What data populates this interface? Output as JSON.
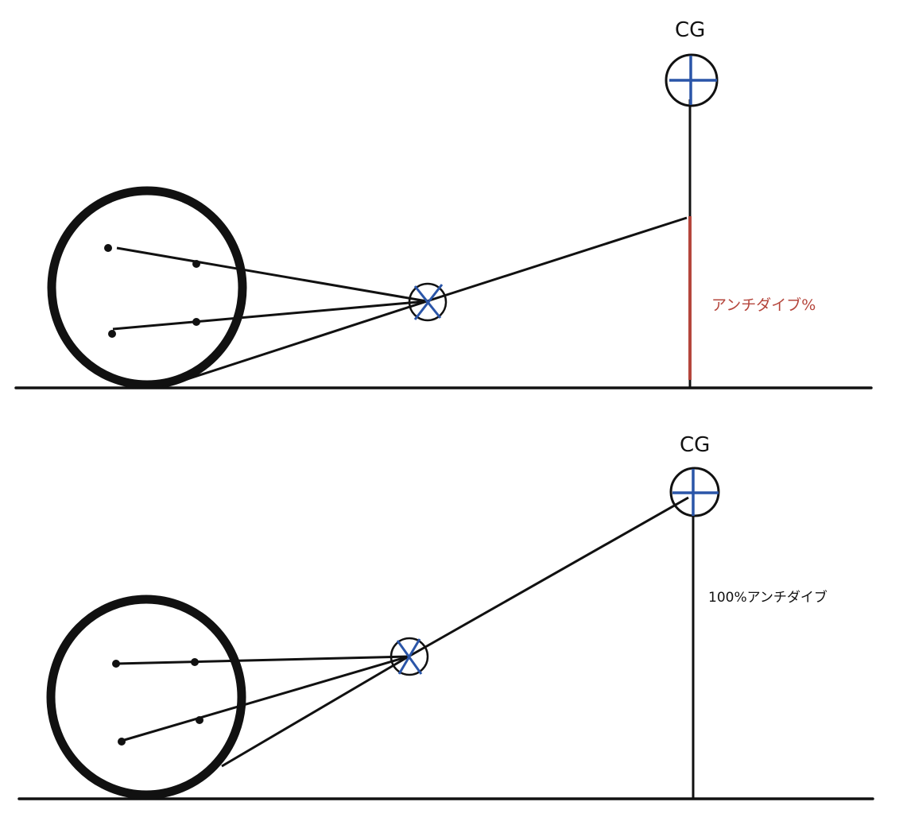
{
  "colors": {
    "line": "#111111",
    "accent_blue": "#2a55a8",
    "accent_red": "#b5463c"
  },
  "panels": [
    {
      "cg_label": "CG",
      "height_label": "アンチダイブ%"
    },
    {
      "cg_label": "CG",
      "height_label": "100%アンチダイブ"
    }
  ]
}
